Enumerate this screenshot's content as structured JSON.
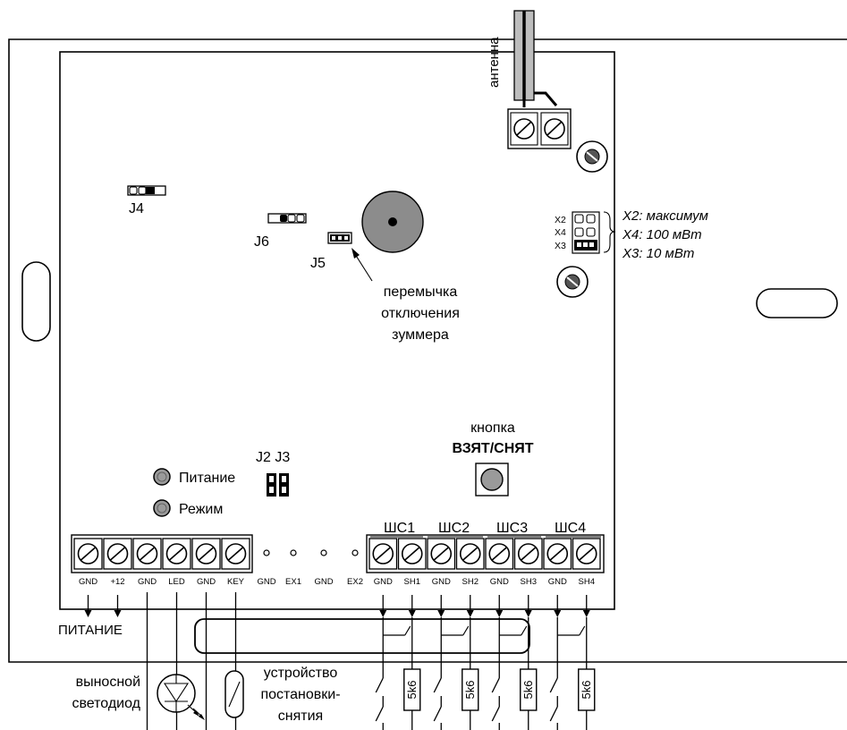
{
  "labels": {
    "antenna": "антенна",
    "j4": "J4",
    "j6": "J6",
    "j5": "J5",
    "buzzer_jumper_line1": "перемычка",
    "buzzer_jumper_line2": "отключения",
    "buzzer_jumper_line3": "зуммера",
    "power_selector": [
      {
        "pin": "X2",
        "label": "X2: максимум"
      },
      {
        "pin": "X4",
        "label": "X4: 100 мВт"
      },
      {
        "pin": "X3",
        "label": "X3: 10 мВт"
      }
    ],
    "button_line1": "кнопка",
    "button_line2": "ВЗЯТ/СНЯТ",
    "j2j3": "J2 J3",
    "led_power": "Питание",
    "led_mode": "Режим",
    "power_section": "ПИТАНИЕ",
    "remote_led_line1": "выносной",
    "remote_led_line2": "светодиод",
    "device_line1": "устройство",
    "device_line2": "постановки-",
    "device_line3": "снятия",
    "resistor": "5k6"
  },
  "loops": [
    "ШС1",
    "ШС2",
    "ШС3",
    "ШС4"
  ],
  "left_terminals": [
    "GND",
    "+12",
    "GND",
    "LED",
    "GND",
    "KEY"
  ],
  "middle_pads": [
    "GND",
    "EX1",
    "GND",
    "EX2"
  ],
  "right_terminals": [
    "GND",
    "SH1",
    "GND",
    "SH2",
    "GND",
    "SH3",
    "GND",
    "SH4"
  ]
}
